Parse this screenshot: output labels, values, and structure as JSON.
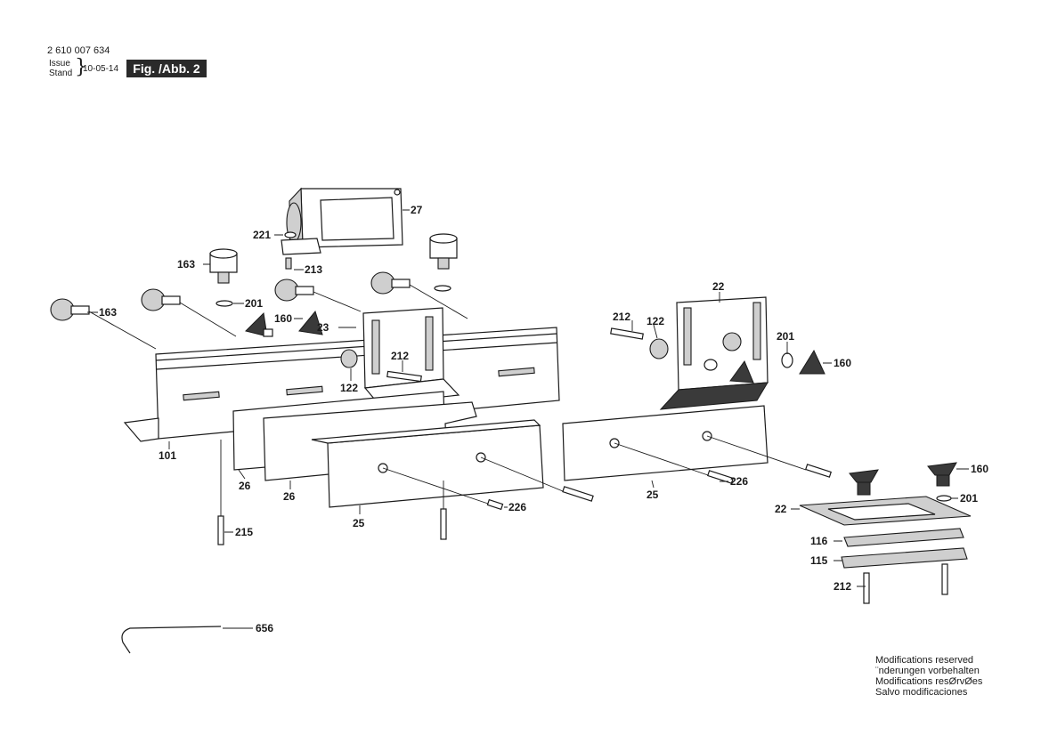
{
  "header": {
    "part_number": "2 610 007 634",
    "issue_label": "Issue",
    "stand_label": "Stand",
    "brace": "}",
    "date": "10-05-14",
    "figure_label": "Fig. /Abb. 2"
  },
  "footer": {
    "modifications": [
      "Modifications reserved",
      "¨nderungen vorbehalten",
      "Modifications resØrvØes",
      "Salvo modificaciones"
    ]
  },
  "callouts": {
    "c27": "27",
    "c221": "221",
    "c213": "213",
    "c163a": "163",
    "c163b": "163",
    "c201a": "201",
    "c160a": "160",
    "c23": "23",
    "c212a": "212",
    "c122a": "122",
    "c101": "101",
    "c26a": "26",
    "c26b": "26",
    "c25a": "25",
    "c215": "215",
    "c226a": "226",
    "c22a": "22",
    "c212b": "212",
    "c122b": "122",
    "c201b": "201",
    "c160b": "160",
    "c25b": "25",
    "c226b": "226",
    "c160c": "160",
    "c22b": "22",
    "c201c": "201",
    "c116": "116",
    "c115": "115",
    "c212c": "212",
    "c656": "656"
  }
}
